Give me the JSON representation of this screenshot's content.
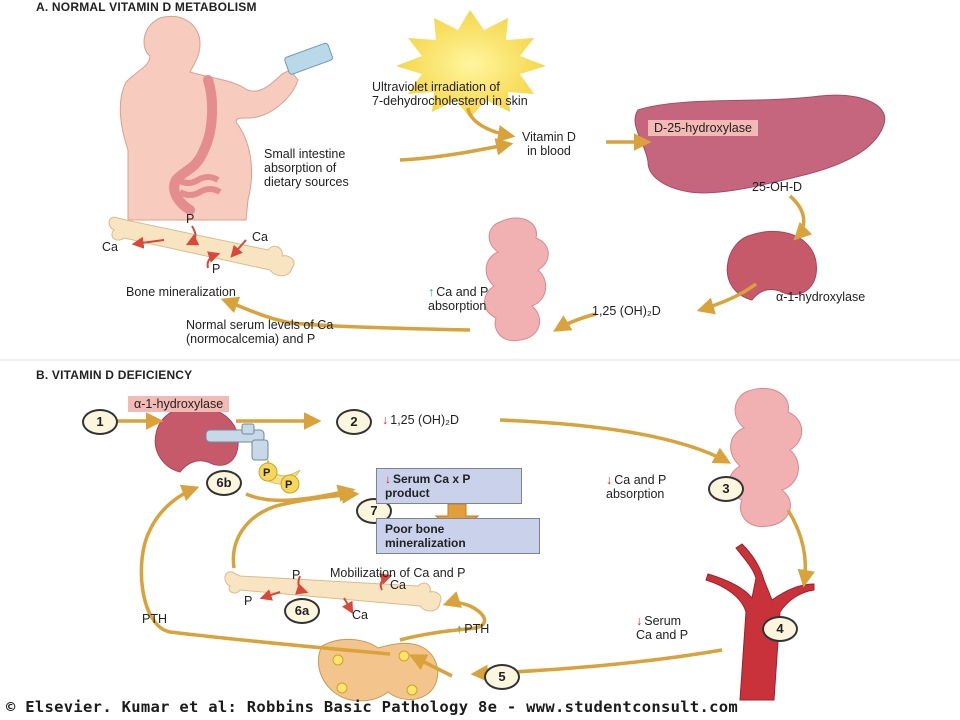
{
  "section_a": {
    "title": "A. NORMAL VITAMIN D METABOLISM",
    "uv_label": "Ultraviolet irradiation of\n7-dehydrocholesterol in skin",
    "vitd_label": "Vitamin D\nin blood",
    "intestine_label": "Small intestine\nabsorption of\ndietary sources",
    "liver_enzyme": "D-25-hydroxylase",
    "metabolite_25": "25-OH-D",
    "kidney_enzyme": "α-1-hydroxylase",
    "metabolite_125": "1,25 (OH)₂D",
    "absorption_label": "Ca and P\nabsorption",
    "serum_label": "Normal serum levels of Ca\n(normocalcemia) and P",
    "bone_label": "Bone mineralization",
    "bone_ca1": "Ca",
    "bone_ca2": "Ca",
    "bone_p1": "P",
    "bone_p2": "P"
  },
  "section_b": {
    "title": "B. VITAMIN D DEFICIENCY",
    "step1": "1",
    "enzyme": "α-1-hydroxylase",
    "step2": "2",
    "metabolite": "1,25 (OH)₂D",
    "step3": "3",
    "absorption_label": "Ca and P\nabsorption",
    "step4": "4",
    "serum_label": "Serum\nCa and P",
    "step5": "5",
    "step6a": "6a",
    "step6b": "6b",
    "step7": "7",
    "box_top": "Serum Ca x P\nproduct",
    "box_bottom": "Poor bone\nmineralization",
    "mobilization_label": "Mobilization of Ca and P",
    "pth_left": "PTH",
    "pth_right": "PTH",
    "bone_ca1": "Ca",
    "bone_ca2": "Ca",
    "bone_p1": "P",
    "bone_p2": "P",
    "drop_p1": "P",
    "drop_p2": "P"
  },
  "footer": "© Elsevier. Kumar et al: Robbins Basic Pathology 8e - www.studentconsult.com",
  "colors": {
    "arrow": "#d9a23a",
    "tissue": "#f1b1b2",
    "liver": "#c5667e",
    "kidney": "#c65a6a",
    "box": "#c9d2ea",
    "tag": "#f2b9b5"
  }
}
